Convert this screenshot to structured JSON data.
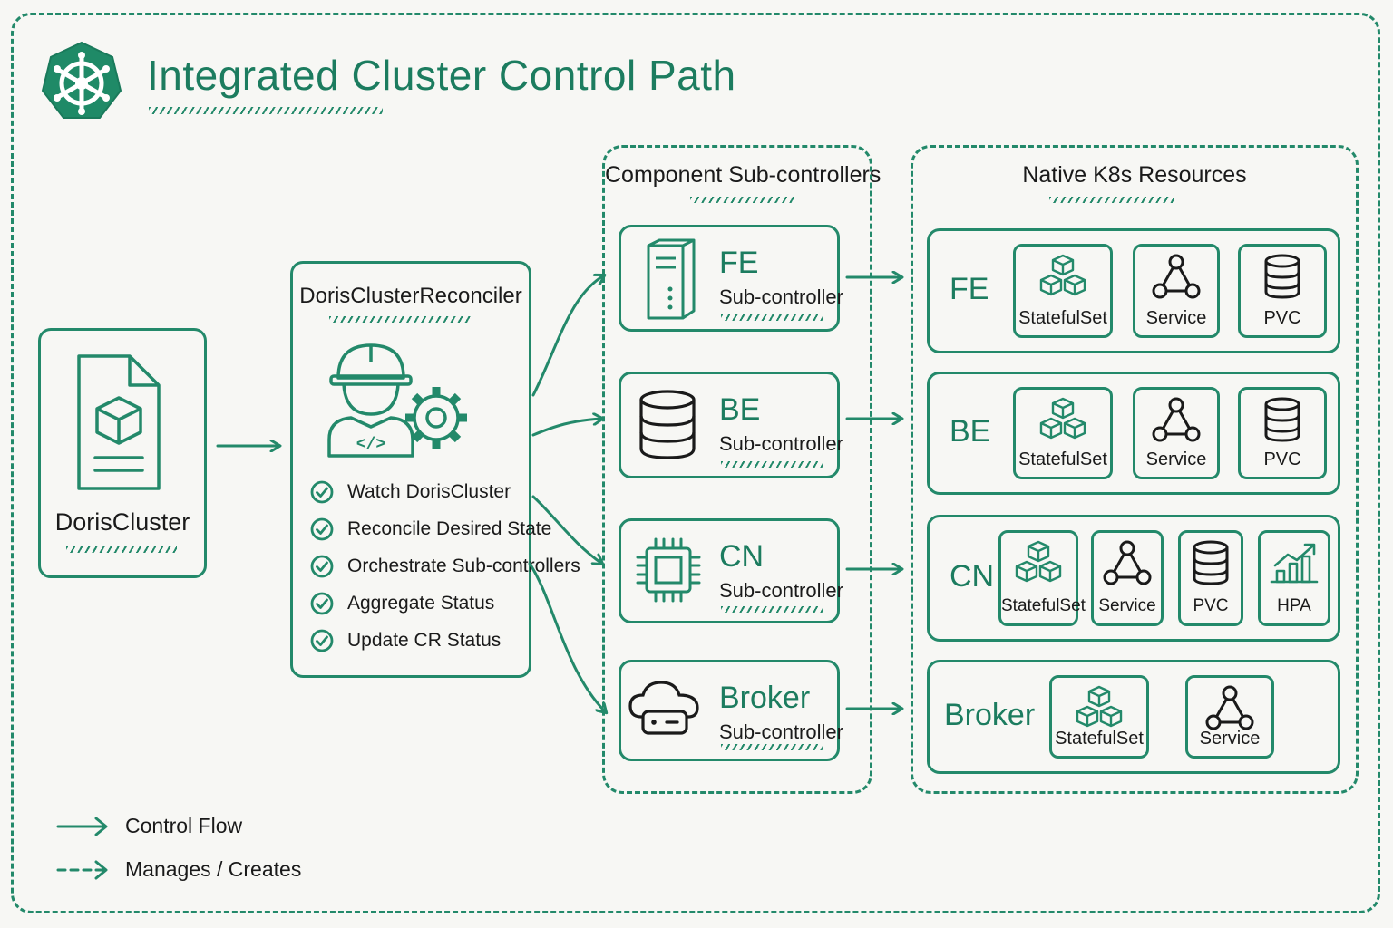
{
  "title": "Integrated Cluster Control Path",
  "colors": {
    "accent": "#1c7c5f",
    "line": "#23896a",
    "background": "#f7f7f4"
  },
  "cr": {
    "label": "DorisCluster",
    "icon": "document-cube-icon"
  },
  "reconciler": {
    "title": "DorisClusterReconciler",
    "icon": "engineer-gear-icon",
    "steps": [
      "Watch DorisCluster",
      "Reconcile Desired State",
      "Orchestrate Sub-controllers",
      "Aggregate Status",
      "Update CR Status"
    ]
  },
  "subcontrollers": {
    "title": "Component Sub-controllers",
    "items": [
      {
        "name": "FE",
        "sub": "Sub-controller",
        "icon": "server-icon"
      },
      {
        "name": "BE",
        "sub": "Sub-controller",
        "icon": "database-icon"
      },
      {
        "name": "CN",
        "sub": "Sub-controller",
        "icon": "cpu-chip-icon"
      },
      {
        "name": "Broker",
        "sub": "Sub-controller",
        "icon": "cloud-icon"
      }
    ]
  },
  "resources": {
    "title": "Native K8s Resources",
    "rows": [
      {
        "name": "FE",
        "items": [
          "StatefulSet",
          "Service",
          "PVC"
        ]
      },
      {
        "name": "BE",
        "items": [
          "StatefulSet",
          "Service",
          "PVC"
        ]
      },
      {
        "name": "CN",
        "items": [
          "StatefulSet",
          "Service",
          "PVC",
          "HPA"
        ]
      },
      {
        "name": "Broker",
        "items": [
          "StatefulSet",
          "Service"
        ]
      }
    ]
  },
  "legend": [
    {
      "style": "solid",
      "label": "Control Flow"
    },
    {
      "style": "dashed",
      "label": "Manages / Creates"
    }
  ]
}
